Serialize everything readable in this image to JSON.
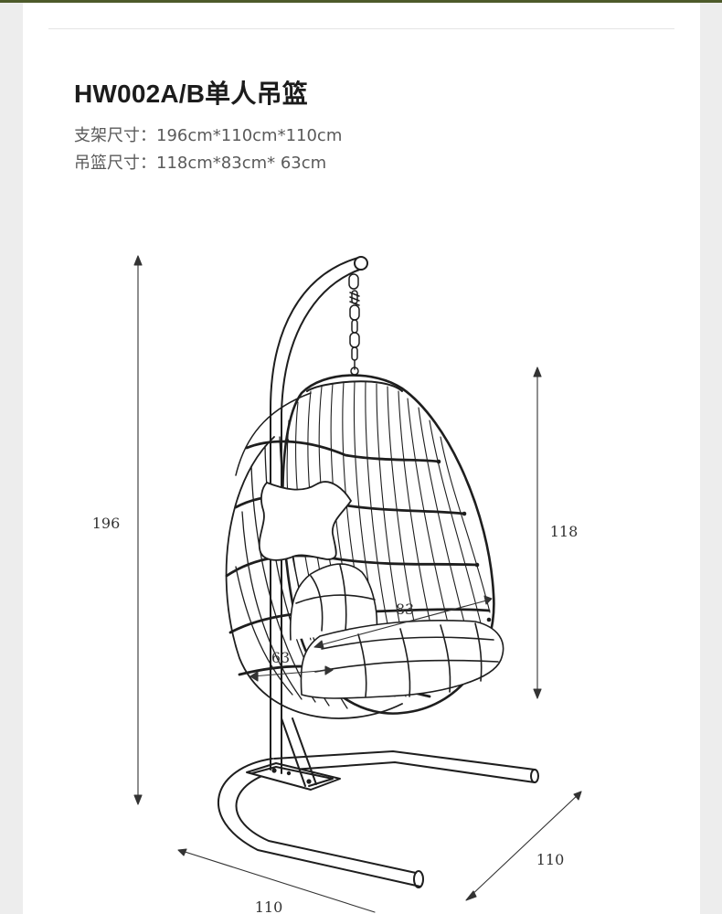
{
  "header": {
    "title": "HW002A/B单人吊篮",
    "frame_size": "支架尺寸：196cm*110cm*110cm",
    "basket_size": "吊篮尺寸：118cm*83cm* 63cm"
  },
  "dimensions": {
    "total_height": "196",
    "basket_height": "118",
    "basket_width": "83",
    "basket_depth": "63",
    "base_depth": "110",
    "base_width": "110"
  },
  "colors": {
    "top_bar": "#4d5a2a",
    "line": "#1e1e1e",
    "text_title": "#1c1c1c",
    "text_spec": "#5a5a5a"
  }
}
